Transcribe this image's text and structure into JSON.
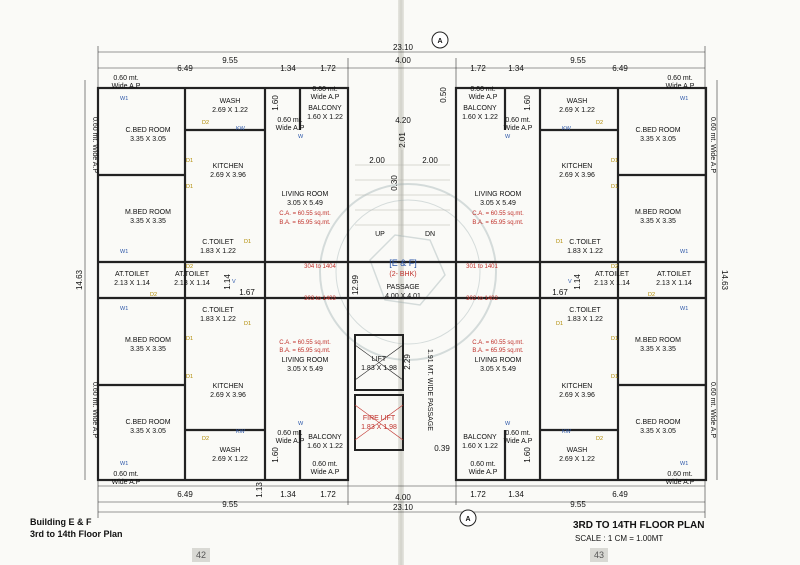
{
  "plan": {
    "overall_width": "23.10",
    "half_width": "4.00",
    "widths": {
      "w649": "6.49",
      "w955": "9.55",
      "w134": "1.34",
      "w172": "1.72",
      "w200": "2.00",
      "w120": "4.20"
    },
    "heights": {
      "h1463": "14.63",
      "h150": "1.60",
      "h050": "0.50",
      "h201": "2.01",
      "h030": "0.30",
      "h1299": "12.99",
      "h114": "1.14",
      "h167": "1.67",
      "h229": "2.29",
      "h039": "0.39",
      "h113": "1.13"
    },
    "wide_ap": "0.60 mt. Wide A.P",
    "wide_ap_a": "0.60 mt.",
    "wide_ap_b": "Wide A.P",
    "rooms": {
      "cbed": {
        "name": "C.BED ROOM",
        "size": "3.35 X 3.05"
      },
      "mbed": {
        "name": "M.BED ROOM",
        "size": "3.35 X 3.35"
      },
      "kitchen": {
        "name": "KITCHEN",
        "size": "2.69 X 3.96"
      },
      "wash": {
        "name": "WASH",
        "size": "2.69 X 1.22"
      },
      "balcony": {
        "name": "BALCONY",
        "size": "1.60 X 1.22"
      },
      "living": {
        "name": "LIVING ROOM",
        "size": "3.05 X 5.49"
      },
      "ctoilet": {
        "name": "C.TOILET",
        "size": "1.83 X 1.22"
      },
      "attoilet": {
        "name": "AT.TOILET",
        "size": "2.13 X 1.14"
      },
      "lift": {
        "name": "LIFT",
        "size": "1.83 X 1.98"
      },
      "firelift": {
        "name": "FIRE LIFT",
        "size": "1.83 X 1.98"
      },
      "passage": {
        "name": "PASSAGE",
        "size": "4.00 X 4.01"
      }
    },
    "ca": "C.A. = 60.55 sq.mt.",
    "ba": "B.A. = 65.95 sq.mt.",
    "flats": [
      "304 to 1404",
      "303 to 1403",
      "301 to 1401",
      "302 to 1402"
    ],
    "unit_type": "[E & F]",
    "unit_bhk": "(2- BHK)",
    "up": "UP",
    "dn": "DN",
    "corridor": "1.91 MT. WIDE PASSAGE",
    "section_mark": "A",
    "doors": {
      "d1": "D1",
      "d2": "D2",
      "kw": "KW",
      "w": "W",
      "w1": "W1",
      "v": "V"
    }
  },
  "footer": {
    "building": "Building E & F",
    "floors": "3rd to 14th Floor Plan",
    "plan_title": "3RD TO 14TH FLOOR PLAN",
    "scale": "SCALE : 1 CM = 1.00MT",
    "page_left": "42",
    "page_right": "43"
  }
}
